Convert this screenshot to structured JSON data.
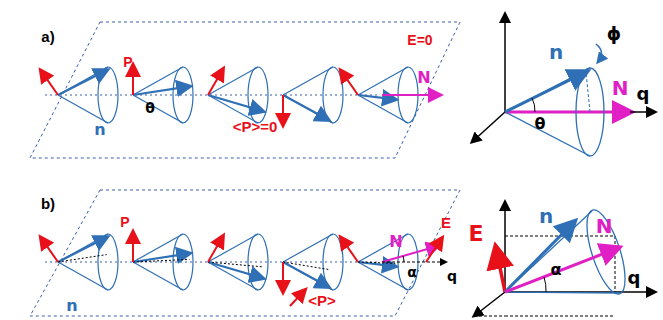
{
  "diagram": {
    "labels": [
      "a)",
      "E=0",
      "P",
      "θ",
      "n",
      "<P>=0",
      "N",
      "n",
      "ϕ",
      "N",
      "q",
      "θ",
      "b)",
      "P",
      "E",
      "N",
      "n",
      "α",
      "q",
      "<P>",
      "n",
      "N",
      "E",
      "α",
      "q"
    ]
  }
}
